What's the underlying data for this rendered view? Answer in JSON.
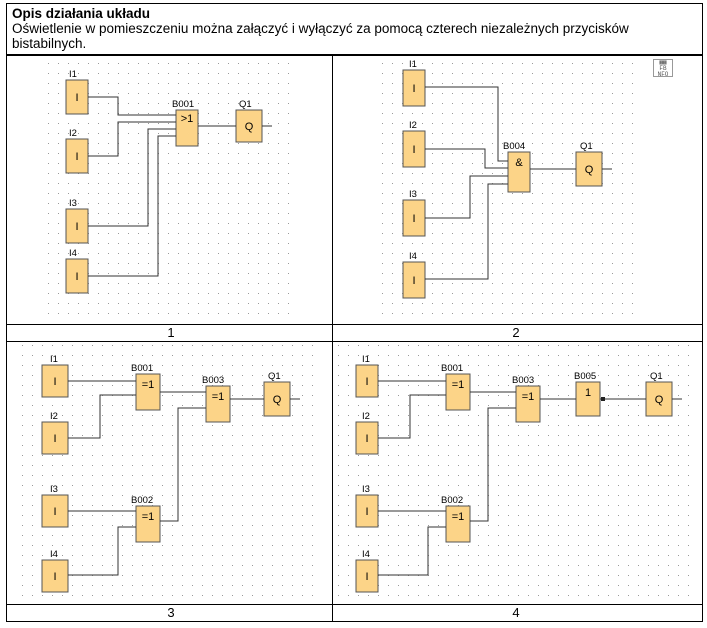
{
  "header": {
    "title": "Opis działania układu",
    "description": "Oświetlenie w pomieszczeniu można załączyć i wyłączyć za pomocą czterech niezależnych przycisków bistabilnych."
  },
  "captions": [
    "1",
    "2",
    "3",
    "4"
  ],
  "info_icon": "info-badge-icon",
  "diagrams": [
    {
      "id": "1",
      "inputs": [
        {
          "label": "I1",
          "symbol": "I"
        },
        {
          "label": "I2",
          "symbol": "I"
        },
        {
          "label": "I3",
          "symbol": "I"
        },
        {
          "label": "I4",
          "symbol": "I"
        }
      ],
      "blocks": [
        {
          "label": "B001",
          "symbol": ">1"
        }
      ],
      "output": {
        "label": "Q1",
        "symbol": "Q"
      }
    },
    {
      "id": "2",
      "inputs": [
        {
          "label": "I1",
          "symbol": "I"
        },
        {
          "label": "I2",
          "symbol": "I"
        },
        {
          "label": "I3",
          "symbol": "I"
        },
        {
          "label": "I4",
          "symbol": "I"
        }
      ],
      "blocks": [
        {
          "label": "B004",
          "symbol": "&"
        }
      ],
      "output": {
        "label": "Q1",
        "symbol": "Q"
      }
    },
    {
      "id": "3",
      "inputs": [
        {
          "label": "I1",
          "symbol": "I"
        },
        {
          "label": "I2",
          "symbol": "I"
        },
        {
          "label": "I3",
          "symbol": "I"
        },
        {
          "label": "I4",
          "symbol": "I"
        }
      ],
      "blocks": [
        {
          "label": "B001",
          "symbol": "=1"
        },
        {
          "label": "B002",
          "symbol": "=1"
        },
        {
          "label": "B003",
          "symbol": "=1"
        }
      ],
      "output": {
        "label": "Q1",
        "symbol": "Q"
      }
    },
    {
      "id": "4",
      "inputs": [
        {
          "label": "I1",
          "symbol": "I"
        },
        {
          "label": "I2",
          "symbol": "I"
        },
        {
          "label": "I3",
          "symbol": "I"
        },
        {
          "label": "I4",
          "symbol": "I"
        }
      ],
      "blocks": [
        {
          "label": "B001",
          "symbol": "=1"
        },
        {
          "label": "B002",
          "symbol": "=1"
        },
        {
          "label": "B003",
          "symbol": "=1"
        },
        {
          "label": "B005",
          "symbol": "1"
        }
      ],
      "output": {
        "label": "Q1",
        "symbol": "Q"
      }
    }
  ],
  "colors": {
    "block_fill": "#fcd488",
    "block_stroke": "#555555",
    "wire": "#333333",
    "dot": "#9a9a9a"
  }
}
